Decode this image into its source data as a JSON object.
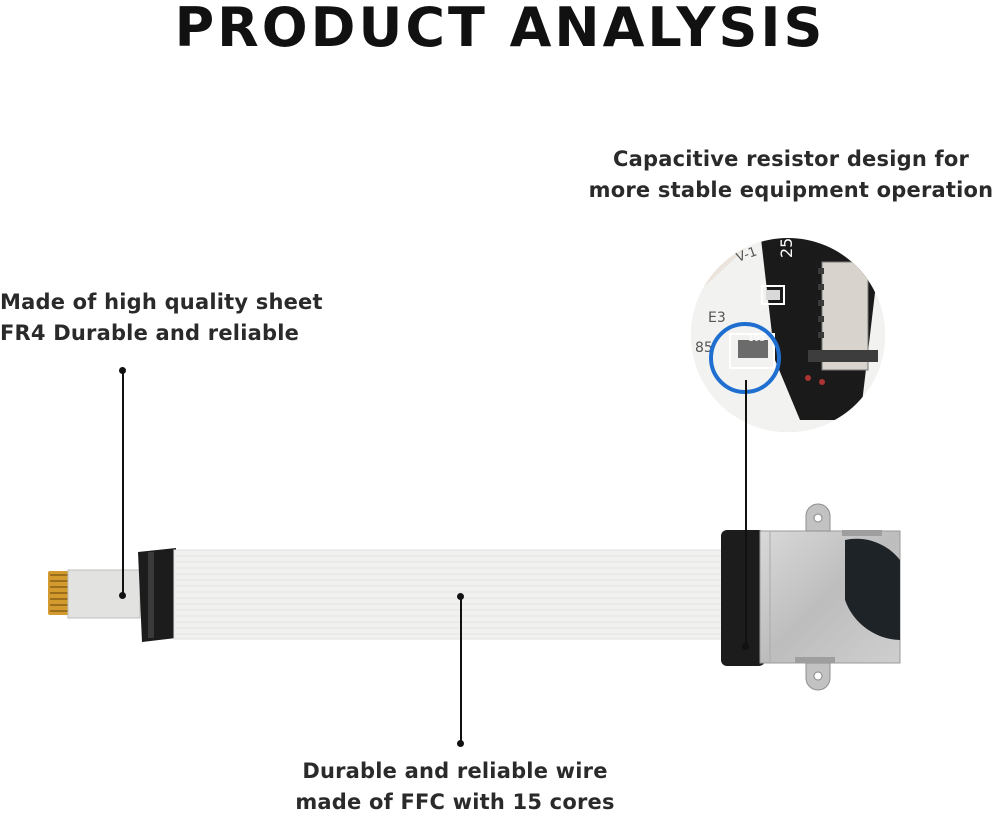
{
  "title": "PRODUCT ANALYSIS",
  "callouts": {
    "board": {
      "line1": "Made of high quality sheet",
      "line2": "FR4 Durable and reliable"
    },
    "capacitor": {
      "line1": "Capacitive resistor design for",
      "line2": "more stable equipment operation"
    },
    "wire": {
      "line1": "Durable and reliable wire",
      "line2": "made of FFC with 15 cores"
    }
  },
  "zoom_inset": {
    "label_top": "25",
    "label_side": "V-1",
    "label_e3": "E3",
    "label_85": "85",
    "component_marking": "105"
  },
  "colors": {
    "highlight_ring": "#1f6fd1",
    "cable": "#f1f1ef",
    "connector_black": "#1c1c1c",
    "metal_shell": "#c9c9c9"
  }
}
